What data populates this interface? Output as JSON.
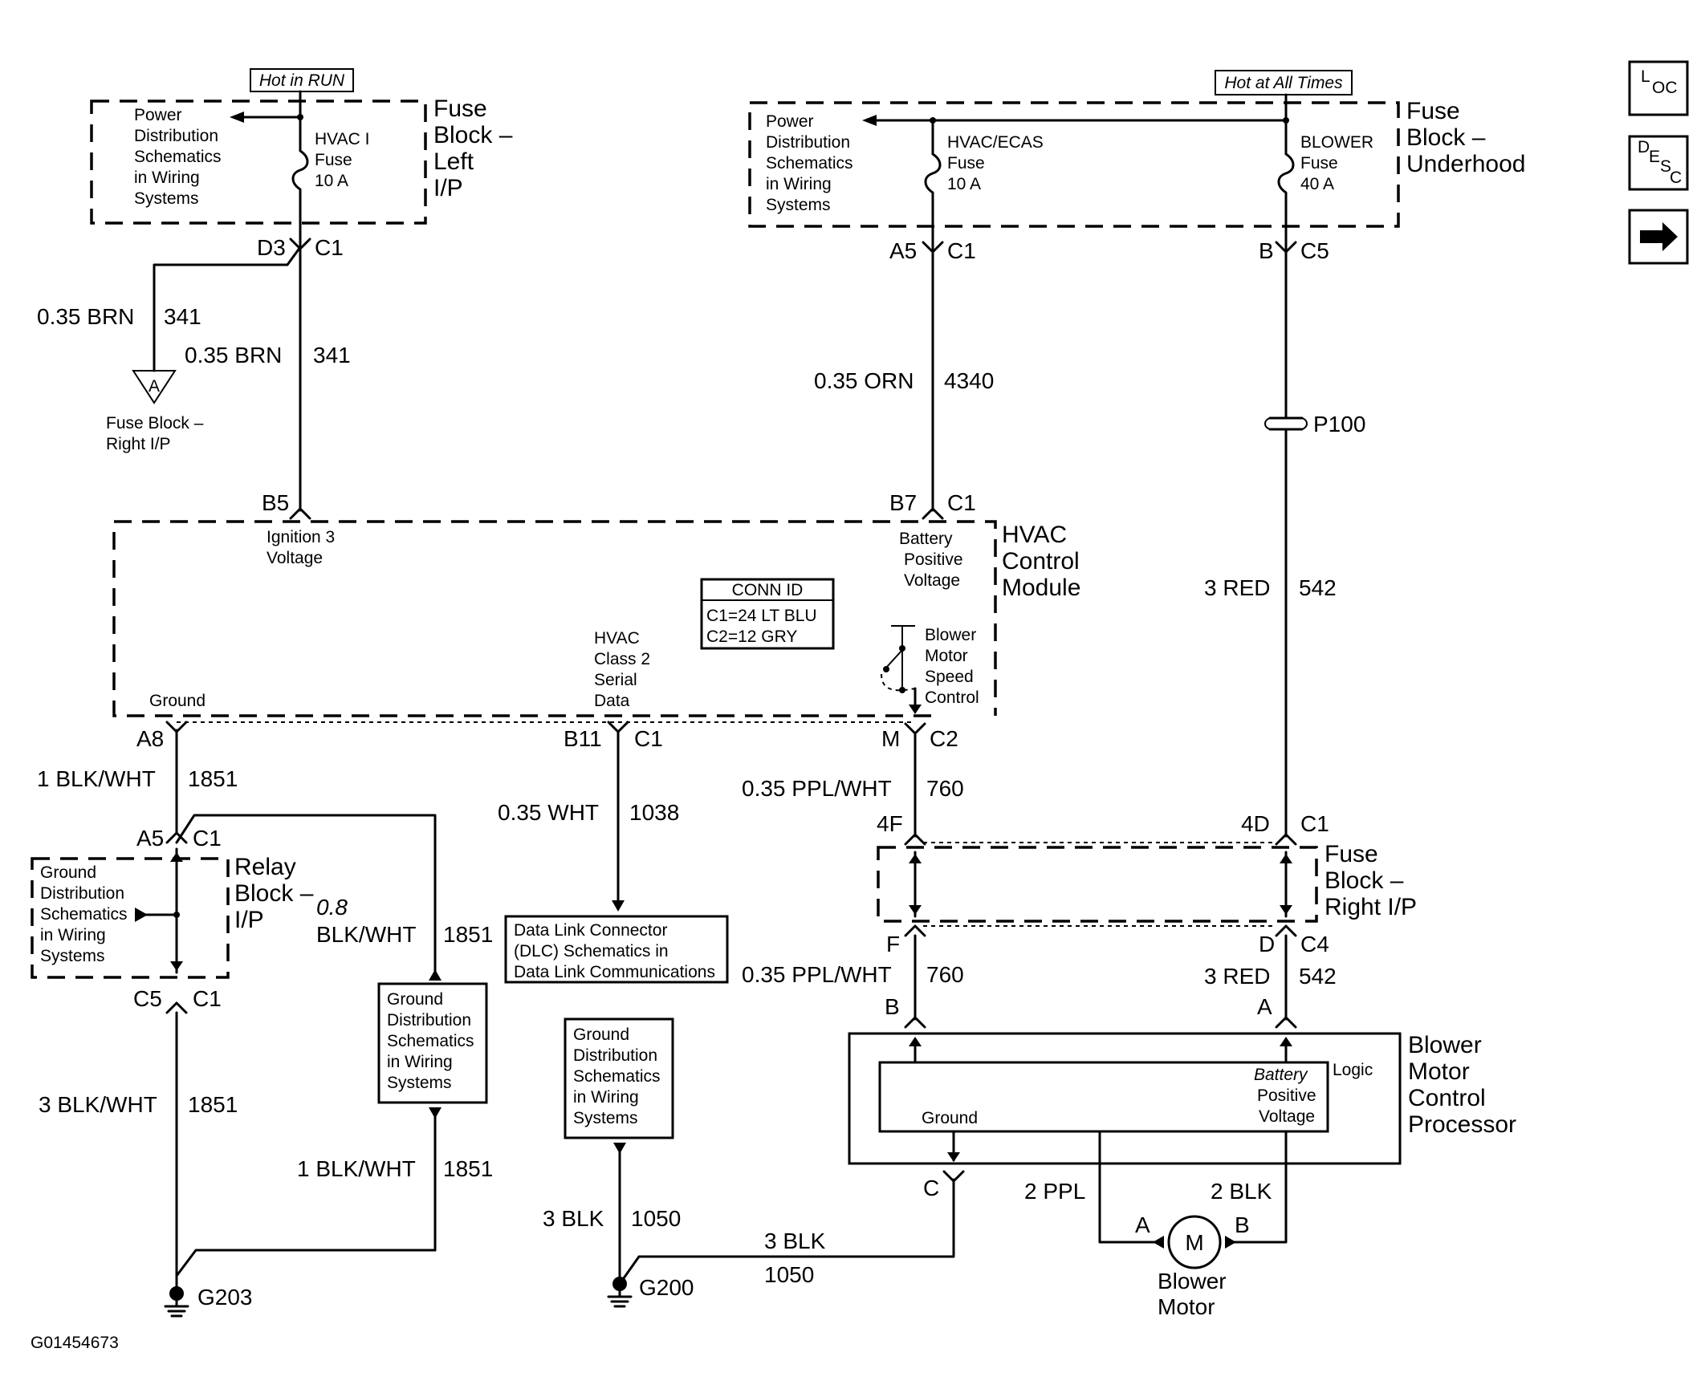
{
  "diagram_id": "G01454673",
  "nav_buttons": {
    "loc": {
      "main": "L",
      "sub": "OC"
    },
    "desc": {
      "main": "D",
      "sub1": "E",
      "sub2": "S",
      "sub3": "C"
    }
  },
  "top_left": {
    "hot_label": "Hot in RUN",
    "power_dist": [
      "Power",
      "Distribution",
      "Schematics",
      "in Wiring",
      "Systems"
    ],
    "fuse": [
      "HVAC I",
      "Fuse",
      "10 A"
    ],
    "block": [
      "Fuse",
      "Block –",
      "Left",
      "I/P"
    ],
    "conn_pin": "D3",
    "conn_id": "C1"
  },
  "top_right": {
    "hot_label": "Hot at All Times",
    "power_dist": [
      "Power",
      "Distribution",
      "Schematics",
      "in Wiring",
      "Systems"
    ],
    "fuse1": [
      "HVAC/ECAS",
      "Fuse",
      "10 A"
    ],
    "fuse2": [
      "BLOWER",
      "Fuse",
      "40 A"
    ],
    "block": [
      "Fuse",
      "Block –",
      "Underhood"
    ],
    "pin1": "A5",
    "conn1": "C1",
    "pin2": "B",
    "conn2": "C5"
  },
  "wires": {
    "w341a": {
      "gauge": "0.35 BRN",
      "circuit": "341"
    },
    "w341b": {
      "gauge": "0.35 BRN",
      "circuit": "341"
    },
    "w4340": {
      "gauge": "0.35 ORN",
      "circuit": "4340"
    },
    "w542a": {
      "gauge": "3 RED",
      "circuit": "542"
    },
    "w1851a": {
      "gauge": "1 BLK/WHT",
      "circuit": "1851"
    },
    "w1038": {
      "gauge": "0.35 WHT",
      "circuit": "1038"
    },
    "w760a": {
      "gauge": "0.35 PPL/WHT",
      "circuit": "760"
    },
    "w1851b": {
      "gauge_line1": "0.8",
      "gauge_line2": "BLK/WHT",
      "circuit": "1851"
    },
    "w760b": {
      "gauge": "0.35 PPL/WHT",
      "circuit": "760"
    },
    "w542b": {
      "gauge": "3 RED",
      "circuit": "542"
    },
    "w1851c": {
      "gauge": "3 BLK/WHT",
      "circuit": "1851"
    },
    "w1851d": {
      "gauge": "1 BLK/WHT",
      "circuit": "1851"
    },
    "w1050a": {
      "gauge": "3 BLK",
      "circuit": "1050"
    },
    "w1050b": {
      "gauge": "3 BLK",
      "circuit": "1050"
    },
    "w_ppl": {
      "gauge": "2 PPL"
    },
    "w_blk": {
      "gauge": "2 BLK"
    }
  },
  "ref_a": {
    "letter": "A",
    "text": [
      "Fuse Block –",
      "Right I/P"
    ]
  },
  "splice": {
    "name": "P100"
  },
  "hvac": {
    "pin_b5": "B5",
    "pin_b7": "B7",
    "conn_b7": "C1",
    "ign": [
      "Ignition 3",
      "Voltage"
    ],
    "batt": [
      "Battery",
      "Positive",
      "Voltage"
    ],
    "title": [
      "HVAC",
      "Control",
      "Module"
    ],
    "conn_id_title": "CONN ID",
    "conn_id_rows": [
      "C1=24 LT BLU",
      "C2=12 GRY"
    ],
    "serial": [
      "HVAC",
      "Class 2",
      "Serial",
      "Data"
    ],
    "blower_ctrl": [
      "Blower",
      "Motor",
      "Speed",
      "Control"
    ],
    "ground": "Ground",
    "pin_a8": "A8",
    "pin_b11": "B11",
    "conn_b11": "C1",
    "pin_m": "M",
    "conn_m": "C2"
  },
  "relay": {
    "pin_a5": "A5",
    "conn_a5": "C1",
    "gnd_dist": [
      "Ground",
      "Distribution",
      "Schematics",
      "in Wiring",
      "Systems"
    ],
    "title": [
      "Relay",
      "Block –",
      "I/P"
    ],
    "pin_c5": "C5",
    "conn_c5": "C1"
  },
  "dlc": [
    "Data Link Connector",
    "(DLC) Schematics in",
    "Data Link Communications"
  ],
  "gnd_box1": [
    "Ground",
    "Distribution",
    "Schematics",
    "in Wiring",
    "Systems"
  ],
  "gnd_box2": [
    "Ground",
    "Distribution",
    "Schematics",
    "in Wiring",
    "Systems"
  ],
  "fuse_right": {
    "pin_4f": "4F",
    "pin_4d": "4D",
    "conn_4d": "C1",
    "title": [
      "Fuse",
      "Block –",
      "Right I/P"
    ],
    "pin_f": "F",
    "pin_d": "D",
    "conn_d": "C4"
  },
  "bmcp": {
    "pin_b": "B",
    "pin_a": "A",
    "pin_c": "C",
    "logic": "Logic",
    "batt": [
      "Battery",
      "Positive",
      "Voltage"
    ],
    "ground": "Ground",
    "title": [
      "Blower",
      "Motor",
      "Control",
      "Processor"
    ]
  },
  "motor": {
    "symbol": "M",
    "pin_a": "A",
    "pin_b": "B",
    "title": [
      "Blower",
      "Motor"
    ]
  },
  "grounds": {
    "g203": "G203",
    "g200": "G200"
  }
}
